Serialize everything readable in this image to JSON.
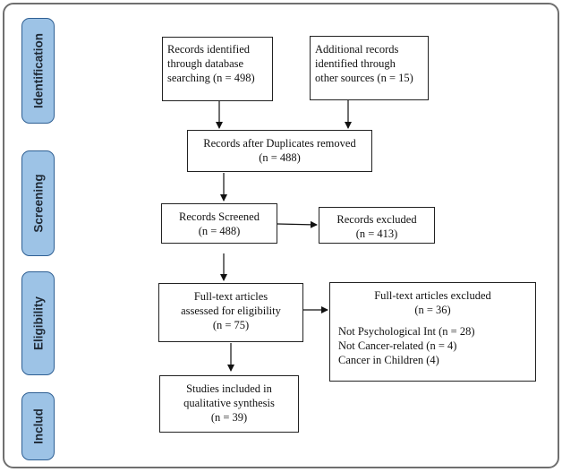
{
  "stages": [
    {
      "key": "identification",
      "label": "Identification"
    },
    {
      "key": "screening",
      "label": "Screening"
    },
    {
      "key": "eligibility",
      "label": "Eligibility"
    },
    {
      "key": "included",
      "label": "Includ"
    }
  ],
  "boxes": {
    "records_identified": [
      "Records identified",
      "through database",
      "searching (n = 498)"
    ],
    "additional_records": [
      "Additional records",
      "identified through",
      "other sources (n = 15)"
    ],
    "duplicates_removed": [
      "Records after Duplicates removed",
      "(n = 488)"
    ],
    "records_screened": [
      "Records Screened",
      "(n = 488)"
    ],
    "records_excluded": [
      "Records excluded",
      "(n = 413)"
    ],
    "fulltext_assessed": [
      "Full-text articles",
      "assessed for eligibility",
      "(n = 75)"
    ],
    "fulltext_excluded": {
      "title": "Full-text articles excluded",
      "count": "(n = 36)",
      "reasons": [
        "Not Psychological Int (n = 28)",
        "Not Cancer-related (n = 4)",
        "Cancer in Children (4)"
      ]
    },
    "studies_included": [
      "Studies included in",
      "qualitative synthesis",
      "(n = 39)"
    ]
  }
}
